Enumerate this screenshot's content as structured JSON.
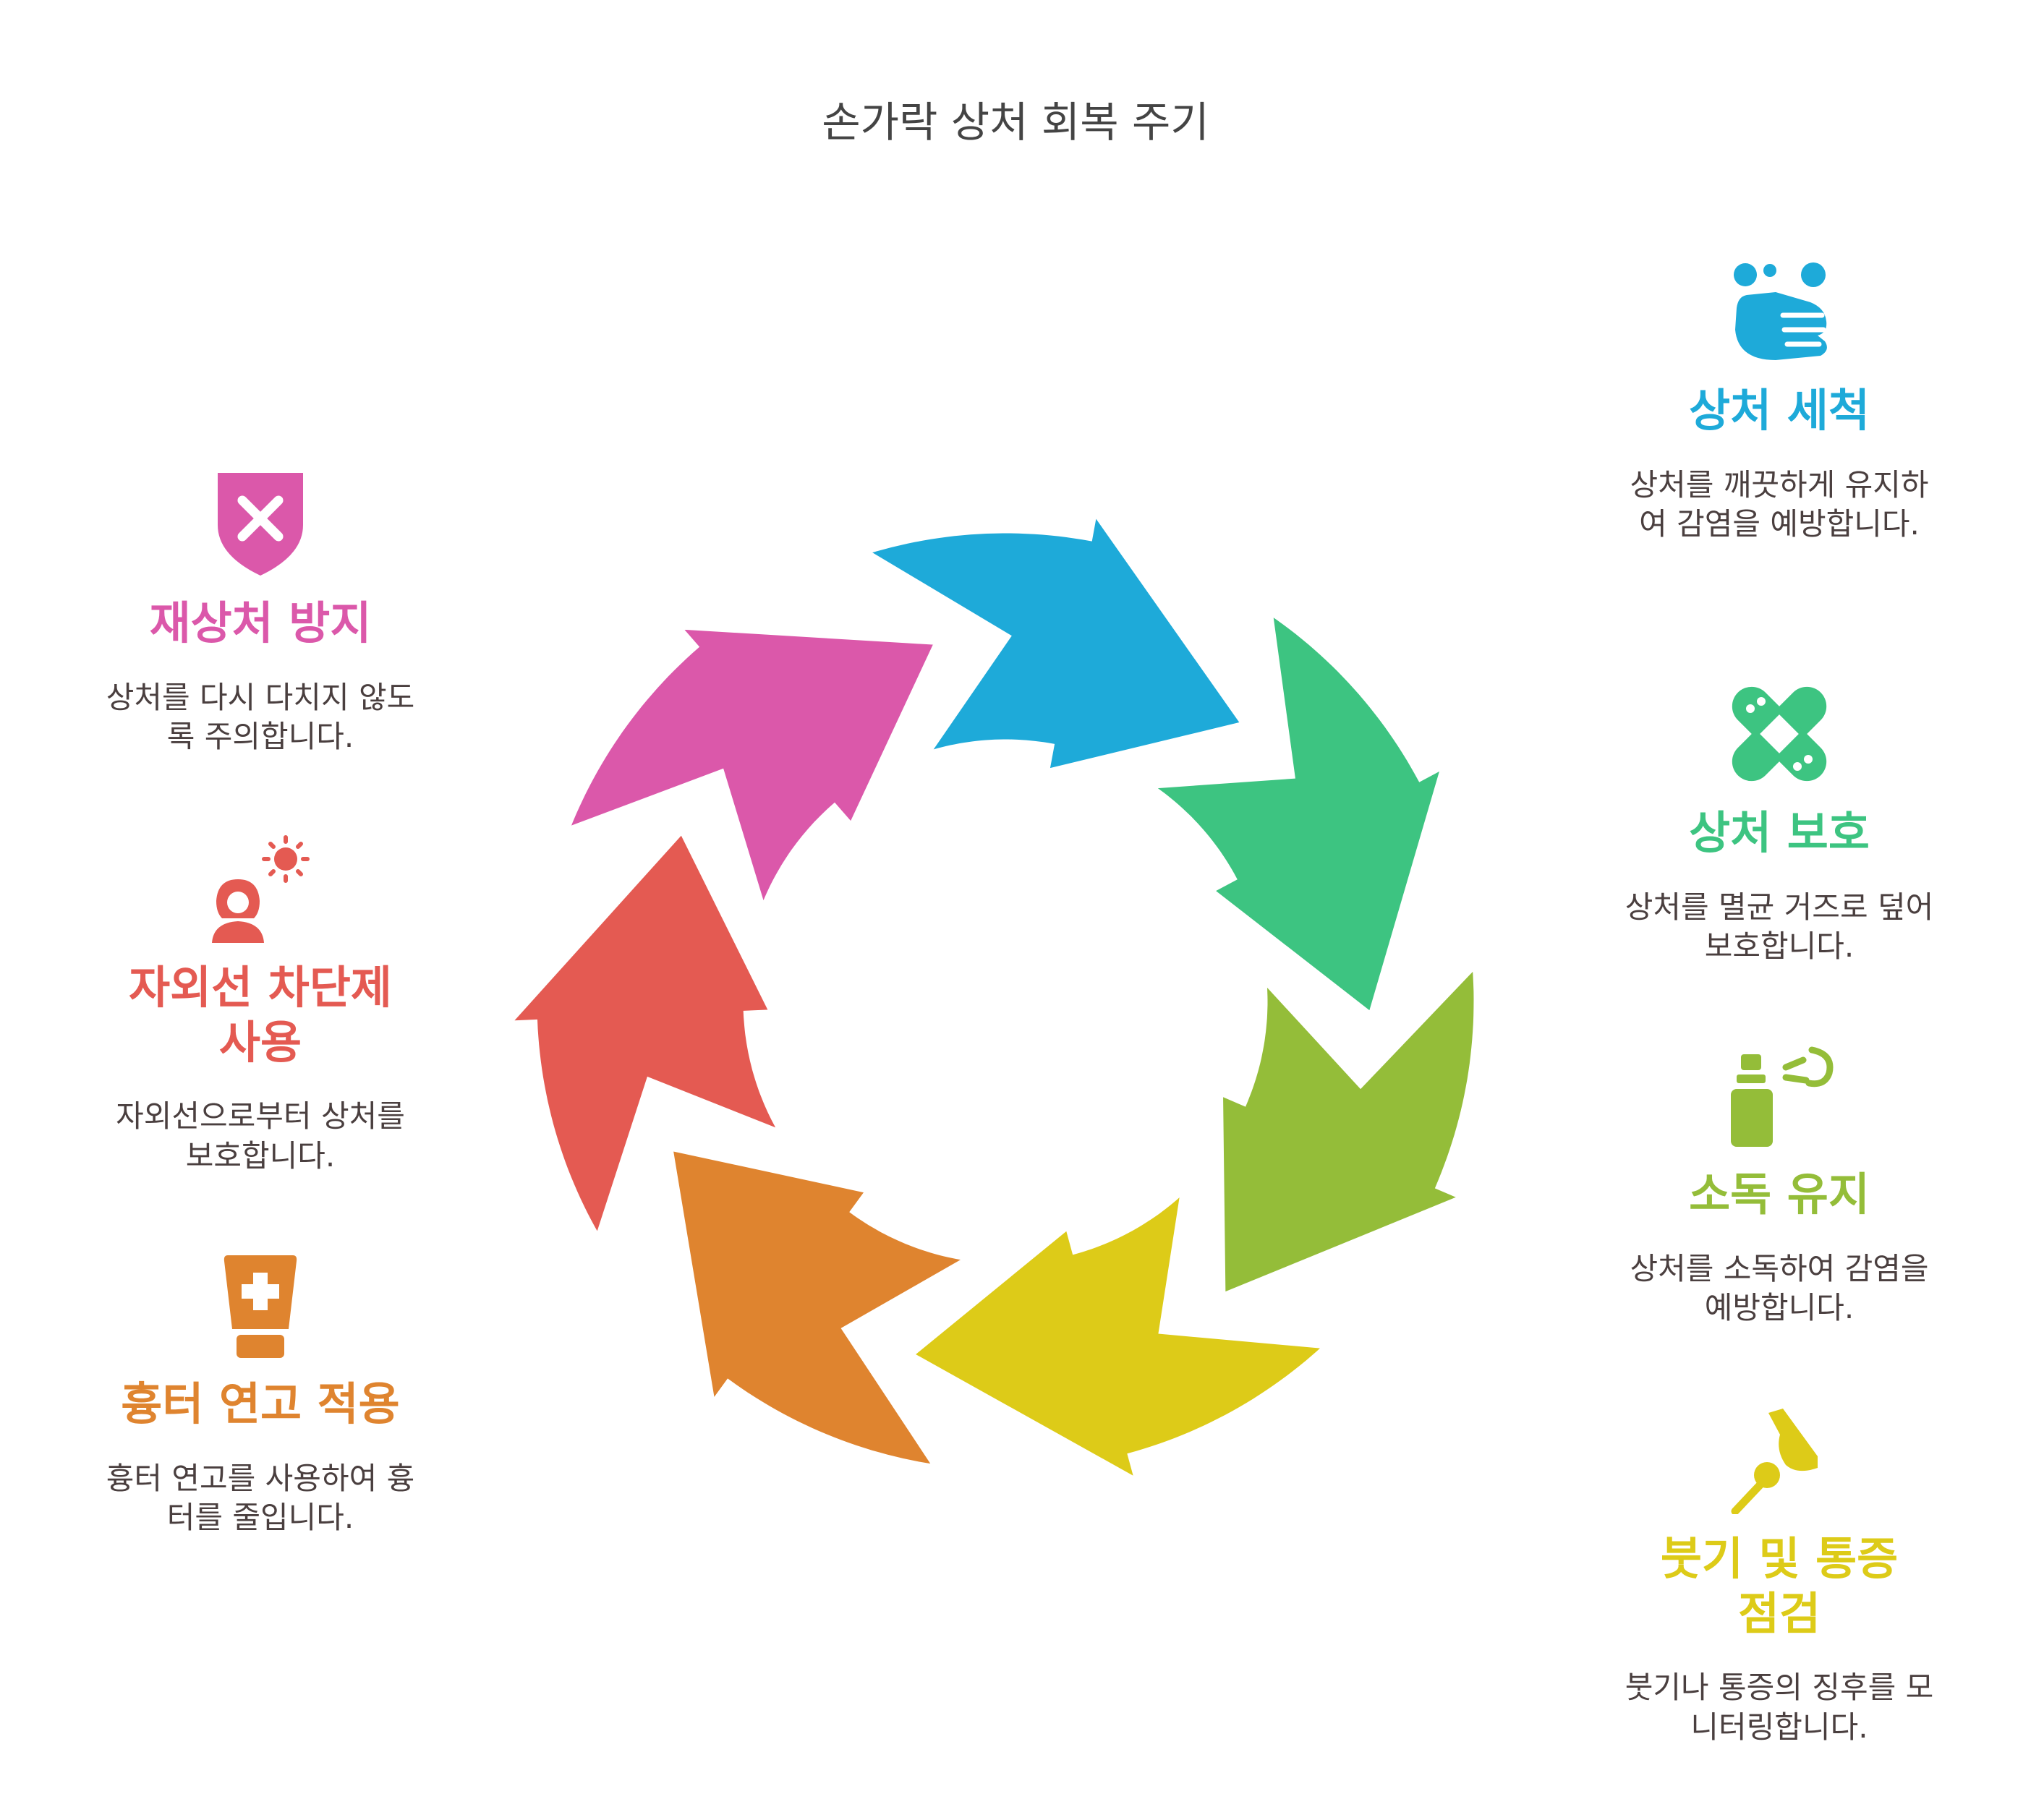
{
  "title": "손가락 상처 회복 주기",
  "colors": {
    "wash": "#1EAAD9",
    "protect": "#3DC481",
    "disinfect": "#94BD39",
    "check": "#DDCB18",
    "ointment": "#DF842F",
    "uv": "#E45A52",
    "prevent": "#DB58AA"
  },
  "steps": {
    "wash": {
      "heading": "상처 세척",
      "desc": "상처를 깨끗하게 유지하여 감염을 예방합니다.",
      "icon": "hand-wash-icon"
    },
    "protect": {
      "heading": "상처 보호",
      "desc": "상처를 멸균 거즈로 덮어 보호합니다.",
      "icon": "bandage-icon"
    },
    "disinfect": {
      "heading": "소독 유지",
      "desc": "상처를 소독하여 감염을 예방합니다.",
      "icon": "spray-icon"
    },
    "check": {
      "heading": "붓기 및 통증 점검",
      "desc": "붓기나 통증의 징후를 모니터링합니다.",
      "icon": "swab-icon"
    },
    "ointment": {
      "heading": "흉터 연고 적용",
      "desc": "흉터 연고를 사용하여 흉터를 줄입니다.",
      "icon": "ointment-tube-icon"
    },
    "uv": {
      "heading": "자외선 차단제 사용",
      "desc": "자외선으로부터 상처를 보호합니다.",
      "icon": "person-sun-icon"
    },
    "prevent": {
      "heading": "재상처 방지",
      "desc": "상처를 다시 다치지 않도록 주의합니다.",
      "icon": "shield-x-icon"
    }
  }
}
